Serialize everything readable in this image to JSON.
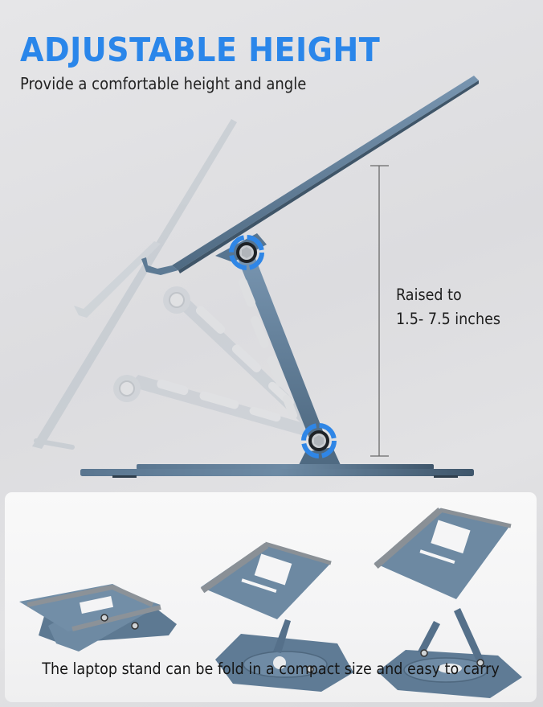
{
  "header": {
    "title": "ADJUSTABLE HEIGHT",
    "subtitle": "Provide a comfortable height and angle"
  },
  "measurement": {
    "line1": "Raised to",
    "line2": "1.5- 7.5 inches",
    "min_inches": 1.5,
    "max_inches": 7.5
  },
  "folded_panel": {
    "caption": "The laptop stand can be fold in a compact size and easy to carry",
    "stands": [
      {
        "state": "folded"
      },
      {
        "state": "partially-raised"
      },
      {
        "state": "fully-raised"
      }
    ]
  },
  "colors": {
    "accent_blue": "#2a86ea",
    "hinge_blue": "#2f86e6",
    "metal_blue_gray": "#5f7d98",
    "ghost_gray": "#c9ced3",
    "background": "#e0e0e2",
    "card_background": "#f6f6f7",
    "text_dark": "#1e1e1e"
  }
}
